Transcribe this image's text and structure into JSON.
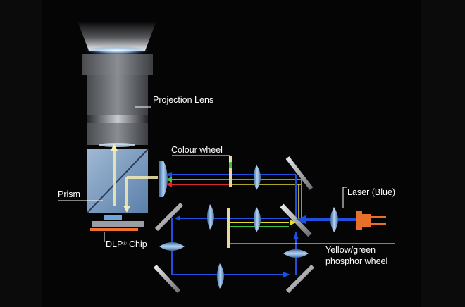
{
  "labels": {
    "projection_lens": "Projection Lens",
    "colour_wheel": "Colour wheel",
    "prism": "Prism",
    "laser": "Laser (Blue)",
    "dlp_chip": "DLP",
    "dlp_chip_mark": "®",
    "dlp_chip_suffix": " Chip",
    "phosphor_line1": "Yellow/green",
    "phosphor_line2": "phosphor wheel"
  },
  "colors": {
    "blue_beam": "#1f4fe0",
    "green_beam": "#3cc23c",
    "red_beam": "#d82a2a",
    "yellow_beam": "#e8d830",
    "chip_orange": "#f07030",
    "laser_orange": "#e8702a"
  }
}
